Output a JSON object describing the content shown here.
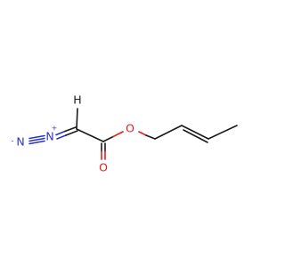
{
  "molecule": {
    "atoms": {
      "n_terminal": {
        "label": "N",
        "charge": "-",
        "color": "#2b35c9"
      },
      "n_central": {
        "label": "N",
        "charge": "+",
        "color": "#2b35c9"
      },
      "h_diazo": {
        "label": "H",
        "color": "#1a1a1a"
      },
      "o_ether": {
        "label": "O",
        "color": "#e0201e"
      },
      "o_carbonyl": {
        "label": "O",
        "color": "#e0201e"
      }
    },
    "colors": {
      "carbon_bond": "#1a1a1a",
      "nitrogen": "#2b35c9",
      "oxygen": "#e0201e"
    }
  }
}
